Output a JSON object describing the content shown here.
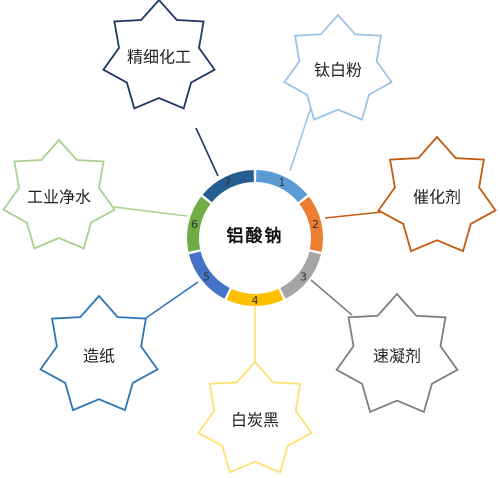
{
  "center": {
    "label": "铝酸钠"
  },
  "segments": [
    {
      "number": "1",
      "color": "#5b9bd5"
    },
    {
      "number": "2",
      "color": "#ed7d31"
    },
    {
      "number": "3",
      "color": "#a5a5a5"
    },
    {
      "number": "4",
      "color": "#ffc000"
    },
    {
      "number": "5",
      "color": "#4472c4"
    },
    {
      "number": "6",
      "color": "#70ad47"
    },
    {
      "number": "7",
      "color": "#255e91"
    }
  ],
  "applications": [
    {
      "label": "钛白粉",
      "color": "#9dc3e6"
    },
    {
      "label": "催化剂",
      "color": "#c55a11"
    },
    {
      "label": "速凝剂",
      "color": "#7f7f7f"
    },
    {
      "label": "白炭黑",
      "color": "#ffe071"
    },
    {
      "label": "造纸",
      "color": "#2e75b6"
    },
    {
      "label": "工业净水",
      "color": "#a9d18e"
    },
    {
      "label": "精细化工",
      "color": "#203864"
    }
  ]
}
